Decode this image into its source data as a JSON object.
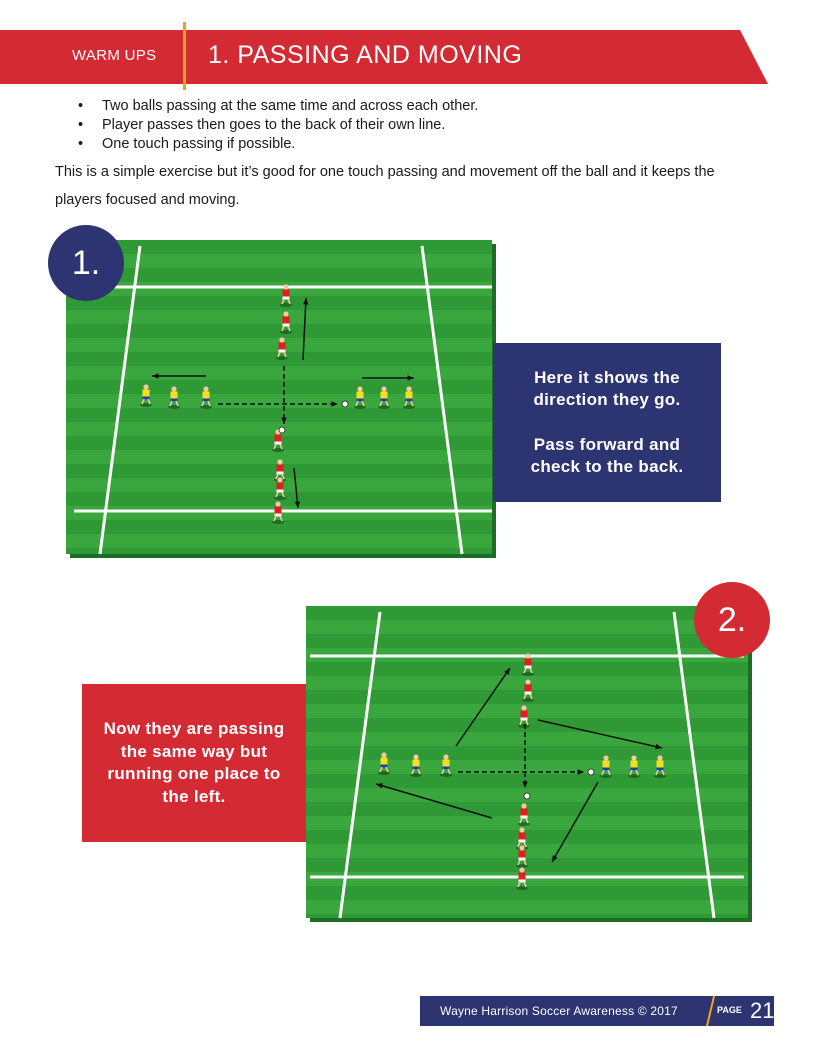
{
  "header": {
    "section": "WARM UPS",
    "title": "1. PASSING AND MOVING",
    "colors": {
      "banner": "#d42a33",
      "divider": "#f0a21c"
    }
  },
  "bullets": [
    "Two balls passing at the same time and across each other.",
    "Player passes then goes to the back of their own line.",
    "One touch passing if possible."
  ],
  "intro": "This is a simple exercise but it’s good for one touch passing and movement off the ball and it keeps the players focused and moving.",
  "diagram1": {
    "badge": "1.",
    "callout": [
      "Here it shows the",
      "direction they go."
    ],
    "callout2": [
      "Pass forward and",
      "check to the back."
    ],
    "colors": {
      "badge": "#2c3471",
      "callout": "#2c3471",
      "pitch": "#2f9a35"
    }
  },
  "diagram2": {
    "badge": "2.",
    "callout": [
      "Now they are passing",
      "the same way but",
      "running one place to",
      "the left."
    ],
    "colors": {
      "badge": "#d42a33",
      "callout": "#d42a33"
    }
  },
  "footer": {
    "credit": "Wayne Harrison Soccer Awareness © 2017",
    "page_label": "PAGE",
    "page_number": "21",
    "colors": {
      "bar": "#2c3471",
      "slash": "#f0a21c"
    }
  },
  "icons": [
    "player-red-icon",
    "player-yellow-icon",
    "ball-icon",
    "arrow-icon"
  ]
}
